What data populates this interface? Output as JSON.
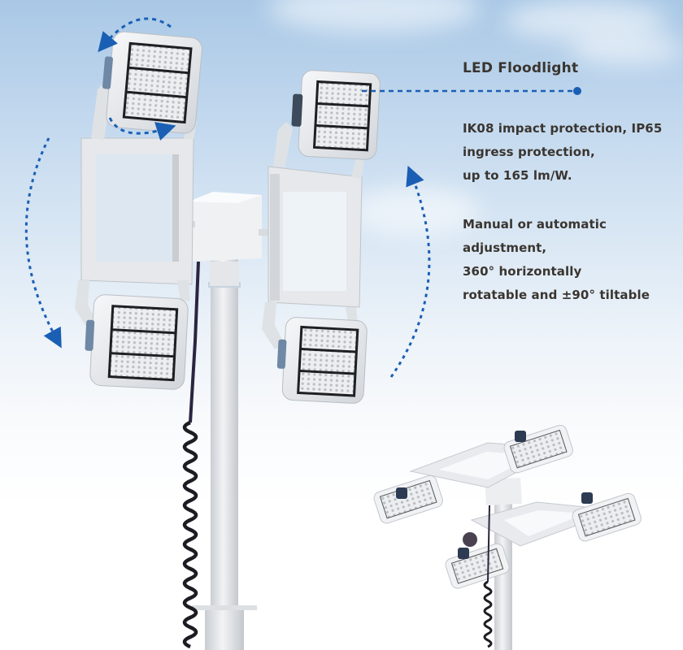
{
  "product": {
    "title": "LED Floodlight",
    "feature_1": {
      "lines": [
        "IK08 impact protection, IP65",
        "ingress protection,",
        "up to 165 lm/W."
      ]
    },
    "feature_2": {
      "lines": [
        "Manual or automatic",
        "adjustment,",
        "360° horizontally",
        "rotatable and ±90° tiltable"
      ]
    }
  },
  "colors": {
    "accent_blue": "#1a5fb4",
    "text": "#3a3530",
    "sky_top": "#a9c8e6",
    "housing": "#e8eaec",
    "cable": "#1c1c22"
  },
  "icons": {
    "rotate_arrow_top": "curved-dashed-arrow",
    "rotate_arrow_left": "curved-dashed-arrow",
    "rotate_arrow_right": "curved-dashed-arrow",
    "leader_dot": "dot"
  }
}
